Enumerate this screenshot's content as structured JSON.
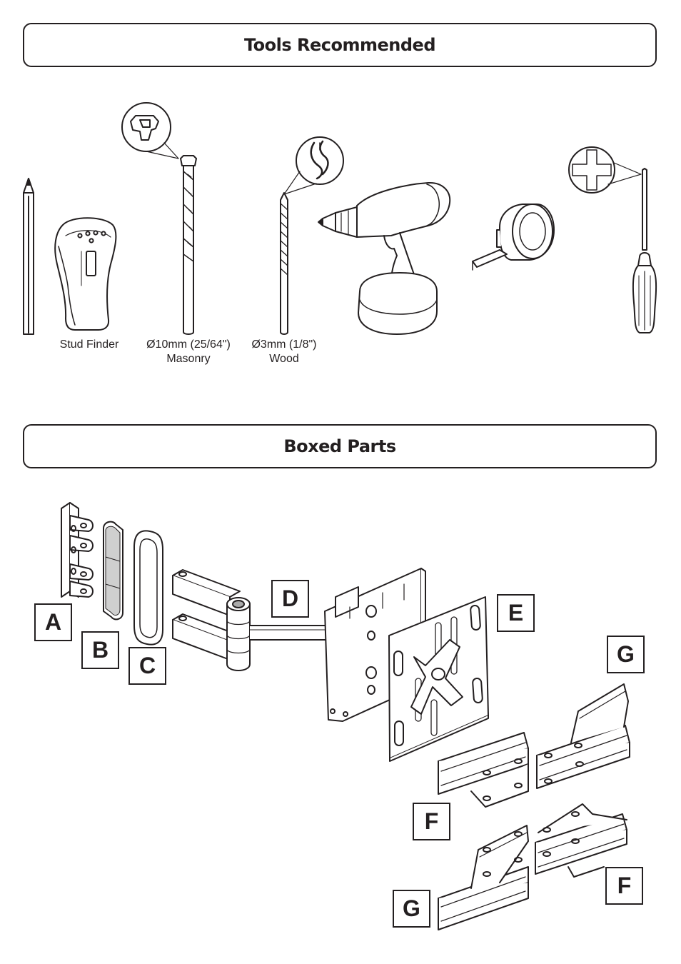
{
  "tools_section": {
    "title": "Tools Recommended",
    "captions": {
      "stud_finder": "Stud Finder",
      "masonry_bit_size": "Ø10mm (25/64\")",
      "masonry_bit_type": "Masonry",
      "wood_bit_size": "Ø3mm (1/8\")",
      "wood_bit_type": "Wood"
    },
    "tools": [
      "pencil-icon",
      "stud-finder-icon",
      "masonry-drill-bit-icon",
      "wood-drill-bit-icon",
      "cordless-drill-icon",
      "tape-measure-icon",
      "phillips-screwdriver-icon"
    ]
  },
  "parts_section": {
    "title": "Boxed Parts",
    "labels": {
      "a": "A",
      "b": "B",
      "c": "C",
      "d": "D",
      "e": "E",
      "f1": "F",
      "f2": "F",
      "g1": "G",
      "g2": "G"
    }
  }
}
